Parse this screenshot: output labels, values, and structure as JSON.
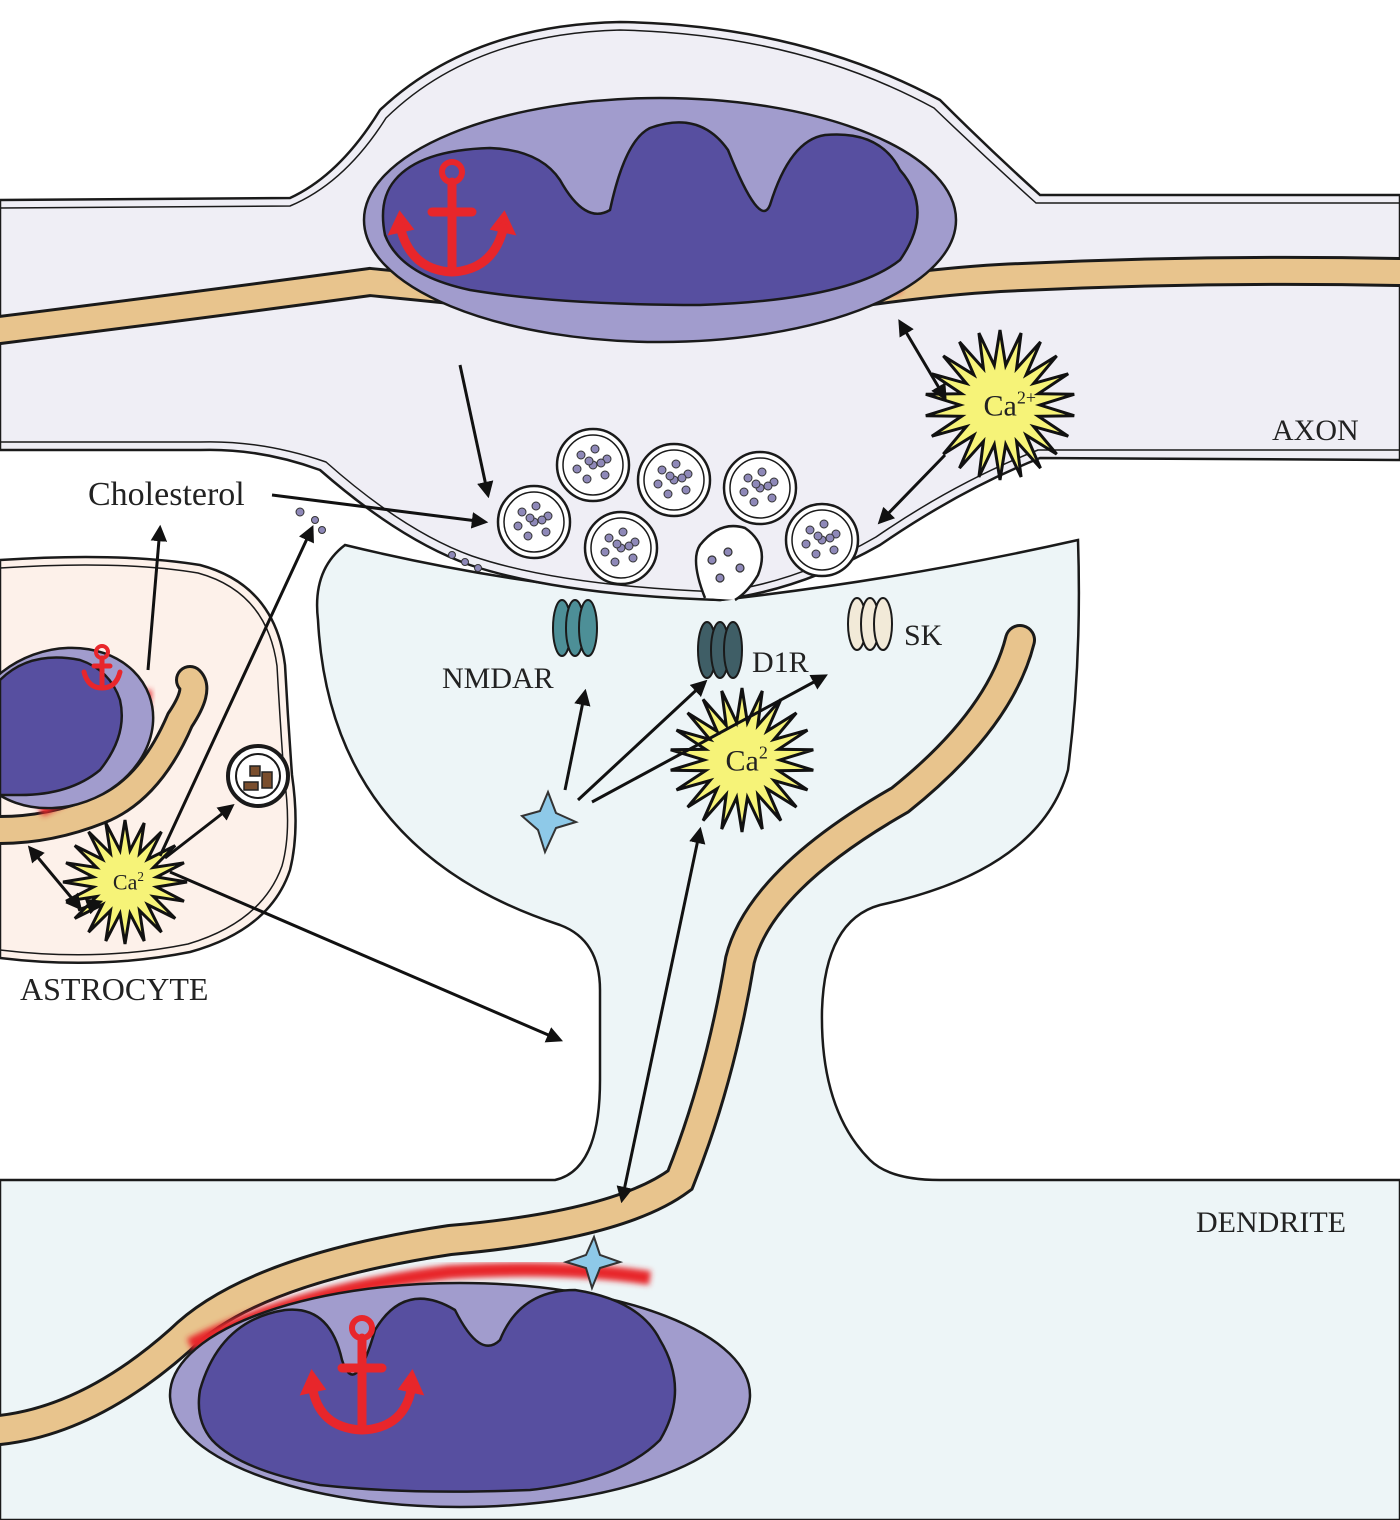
{
  "diagram": {
    "labels": {
      "axon": "AXON",
      "dendrite": "DENDRITE",
      "astrocyte": "ASTROCYTE",
      "cholesterol": "Cholesterol",
      "nmdar": "NMDAR",
      "d1r": "D1R",
      "sk": "SK"
    },
    "calcium": {
      "axon": {
        "base": "Ca",
        "sup": "2+"
      },
      "spine": {
        "base": "Ca",
        "sup": "2"
      },
      "astrocyte": {
        "base": "Ca",
        "sup": "2"
      }
    }
  },
  "colors": {
    "axon_fill": "#efeef5",
    "dendrite_fill": "#edf5f7",
    "astrocyte_fill": "#fdf1ea",
    "mito_outer": "#a19ccd",
    "mito_inner": "#574fa0",
    "er_tube": "#e8c48d",
    "contact_red": "#e8262b",
    "anchor_red": "#e8262b",
    "calcium_yellow": "#f6f378",
    "nmdar": "#4d8f97",
    "d1r": "#3f5e66",
    "sk": "#f2ead8",
    "star_blue": "#8ec9e8"
  },
  "icons": [
    "anchor-icon",
    "calcium-burst-icon",
    "vesicle-icon",
    "star-messenger-icon",
    "lysosome-icon"
  ]
}
